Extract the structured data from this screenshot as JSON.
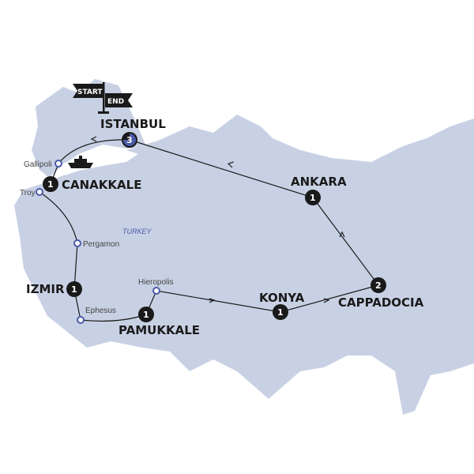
{
  "map": {
    "country_label": "TURKEY",
    "land_color": "#c8d1e4",
    "route_color": "#1a1a1a",
    "site_marker_color": "#4a5aa8"
  },
  "flag": {
    "start": "START",
    "end": "END"
  },
  "cities": [
    {
      "name": "ISTANBUL",
      "nights": "3"
    },
    {
      "name": "CANAKKALE",
      "nights": "1"
    },
    {
      "name": "IZMIR",
      "nights": "1"
    },
    {
      "name": "PAMUKKALE",
      "nights": "1"
    },
    {
      "name": "KONYA",
      "nights": "1"
    },
    {
      "name": "CAPPADOCIA",
      "nights": "2"
    },
    {
      "name": "ANKARA",
      "nights": "1"
    }
  ],
  "sites": [
    "Gallipoli",
    "Troy",
    "Pergamon",
    "Ephesus",
    "Hieropolis"
  ],
  "icons": [
    "flag-icon",
    "ferry-icon"
  ]
}
